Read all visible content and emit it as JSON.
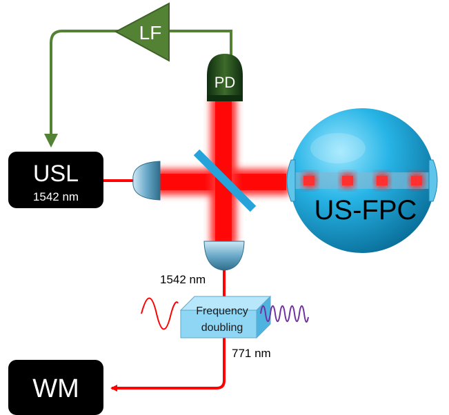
{
  "usl": {
    "title": "USL",
    "wavelength": "1542 nm"
  },
  "wm": {
    "title": "WM"
  },
  "lf": {
    "label": "LF"
  },
  "pd": {
    "label": "PD"
  },
  "cavity": {
    "label": "US-FPC"
  },
  "doubler": {
    "line1": "Frequency",
    "line2": "doubling"
  },
  "beams": {
    "input_wavelength": "1542 nm",
    "output_wavelength": "771 nm"
  },
  "colors": {
    "laser_red": "#ff0000",
    "feedback_green": "#548235",
    "cavity_blue": "#27b4e6",
    "box_black": "#000000",
    "doubler_blue": "#8fd6f5",
    "wave_purple": "#7030a0"
  }
}
